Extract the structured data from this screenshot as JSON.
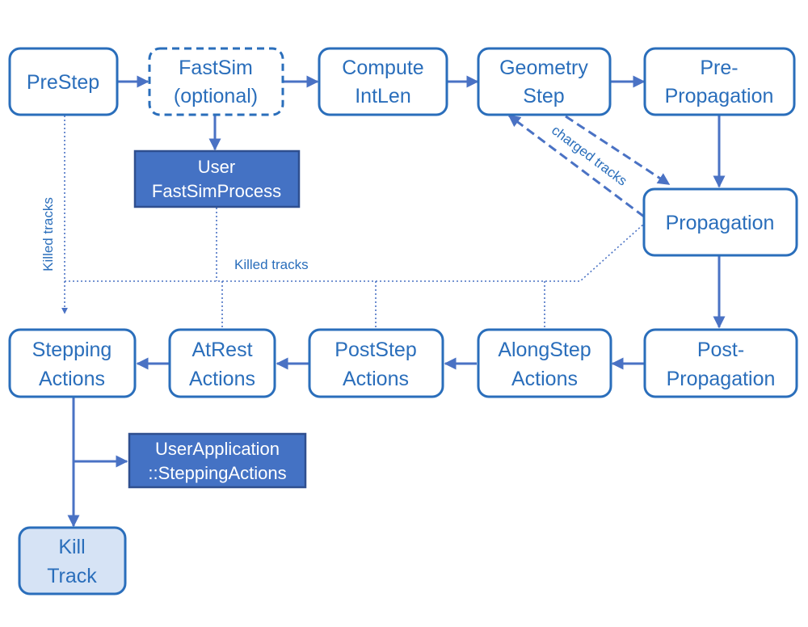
{
  "diagram": {
    "nodes": {
      "prestep": [
        "PreStep"
      ],
      "fastsim": [
        "FastSim",
        "(optional)"
      ],
      "compute": [
        "Compute",
        "IntLen"
      ],
      "geometry": [
        "Geometry",
        "Step"
      ],
      "preprop": [
        "Pre-",
        "Propagation"
      ],
      "user_fastsim": [
        "User",
        "FastSimProcess"
      ],
      "propagation": [
        "Propagation"
      ],
      "stepping": [
        "Stepping",
        "Actions"
      ],
      "atrest": [
        "AtRest",
        "Actions"
      ],
      "poststep": [
        "PostStep",
        "Actions"
      ],
      "alongstep": [
        "AlongStep",
        "Actions"
      ],
      "postprop": [
        "Post-",
        "Propagation"
      ],
      "user_app": [
        "UserApplication",
        "::SteppingActions"
      ],
      "kill": [
        "Kill",
        "Track"
      ]
    },
    "labels": {
      "killed_vertical": "Killed tracks",
      "killed_horizontal": "Killed tracks",
      "charged": "charged tracks"
    },
    "colors": {
      "stroke": "#2a6ebb",
      "arrow": "#4a72c4",
      "user_fill": "#4472c4",
      "user_border": "#2f4f8f",
      "kill_fill": "#d6e3f5"
    }
  }
}
